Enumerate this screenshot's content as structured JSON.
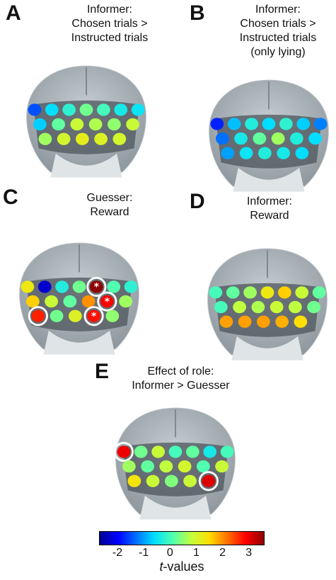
{
  "colormap": [
    "#00008f",
    "#0000ff",
    "#0070ff",
    "#00dfff",
    "#50ffaf",
    "#c0ff40",
    "#ffdf00",
    "#ff7000",
    "#ff0000",
    "#8f0000"
  ],
  "value_range": [
    -2.7,
    3.6
  ],
  "panels": [
    {
      "letter": "A",
      "title": [
        "Informer:",
        "Chosen trials >",
        "Instructed trials"
      ],
      "electrodes": [
        {
          "t": -1.5
        },
        {
          "t": -0.6
        },
        {
          "t": -0.2
        },
        {
          "t": 0.3
        },
        {
          "t": 0.0
        },
        {
          "t": -0.4
        },
        {
          "t": -0.5
        },
        {
          "t": -0.7
        },
        {
          "t": 0.2
        },
        {
          "t": 0.9
        },
        {
          "t": 0.7
        },
        {
          "t": 0.5
        },
        {
          "t": 0.9
        },
        {
          "t": 0.6
        },
        {
          "t": 1.0
        },
        {
          "t": 1.2
        },
        {
          "t": 1.1
        },
        {
          "t": 1.0
        }
      ]
    },
    {
      "letter": "B",
      "title": [
        "Informer:",
        "Chosen trials >",
        "Instructed trials",
        "(only lying)"
      ],
      "electrodes": [
        {
          "t": -1.8
        },
        {
          "t": -0.8
        },
        {
          "t": -0.3
        },
        {
          "t": -0.6
        },
        {
          "t": -0.2
        },
        {
          "t": -0.7
        },
        {
          "t": -1.2
        },
        {
          "t": -1.3
        },
        {
          "t": -0.4
        },
        {
          "t": 0.2
        },
        {
          "t": 0.6
        },
        {
          "t": -0.3
        },
        {
          "t": -0.6
        },
        {
          "t": -1.0
        },
        {
          "t": -0.5
        },
        {
          "t": -0.3
        },
        {
          "t": -0.4
        },
        {
          "t": -0.6
        }
      ]
    },
    {
      "letter": "C",
      "title": [
        "Guesser:",
        "Reward"
      ],
      "electrodes": [
        {
          "t": 1.3
        },
        {
          "t": -2.3
        },
        {
          "t": -0.3
        },
        {
          "t": 0.3
        },
        {
          "t": 3.6,
          "sig": true,
          "star": true
        },
        {
          "t": 0.1
        },
        {
          "t": -0.2
        },
        {
          "t": 1.6
        },
        {
          "t": 0.9
        },
        {
          "t": 0.2
        },
        {
          "t": 2.0
        },
        {
          "t": 2.9,
          "sig": true,
          "star": true
        },
        {
          "t": 0.6
        },
        {
          "t": 2.7,
          "sig": true
        },
        {
          "t": 0.3
        },
        {
          "t": 1.1
        },
        {
          "t": 2.8,
          "sig": true,
          "star": true
        },
        {
          "t": 0.5
        }
      ]
    },
    {
      "letter": "D",
      "title": [
        "Informer:",
        "Reward"
      ],
      "electrodes": [
        {
          "t": 0.0
        },
        {
          "t": 0.2
        },
        {
          "t": 0.6
        },
        {
          "t": 1.3
        },
        {
          "t": 1.6
        },
        {
          "t": 0.9
        },
        {
          "t": 0.2
        },
        {
          "t": 0.0
        },
        {
          "t": 0.8
        },
        {
          "t": 0.7
        },
        {
          "t": 0.9
        },
        {
          "t": 0.8
        },
        {
          "t": 0.3
        },
        {
          "t": 1.9
        },
        {
          "t": 1.9
        },
        {
          "t": 1.9
        },
        {
          "t": 1.8
        },
        {
          "t": 1.5
        }
      ]
    },
    {
      "letter": "E",
      "title": [
        "Effect of role:",
        "Informer > Guesser"
      ],
      "electrodes": [
        {
          "t": 3.0,
          "sig": true
        },
        {
          "t": 0.3
        },
        {
          "t": 0.9
        },
        {
          "t": 0.0
        },
        {
          "t": 0.2
        },
        {
          "t": -0.4
        },
        {
          "t": 0.0
        },
        {
          "t": 0.6
        },
        {
          "t": 0.2
        },
        {
          "t": 0.8
        },
        {
          "t": 1.0
        },
        {
          "t": 0.1
        },
        {
          "t": 0.9
        },
        {
          "t": 1.4
        },
        {
          "t": 0.9
        },
        {
          "t": 0.4
        },
        {
          "t": 0.9
        },
        {
          "t": 3.1,
          "sig": true
        }
      ]
    }
  ],
  "colorbar": {
    "ticks": [
      "-2",
      "-1",
      "0",
      "1",
      "2",
      "3"
    ],
    "tick_values": [
      -2,
      -1,
      0,
      1,
      2,
      3
    ],
    "label_italic": "t",
    "label_rest": "-values"
  }
}
